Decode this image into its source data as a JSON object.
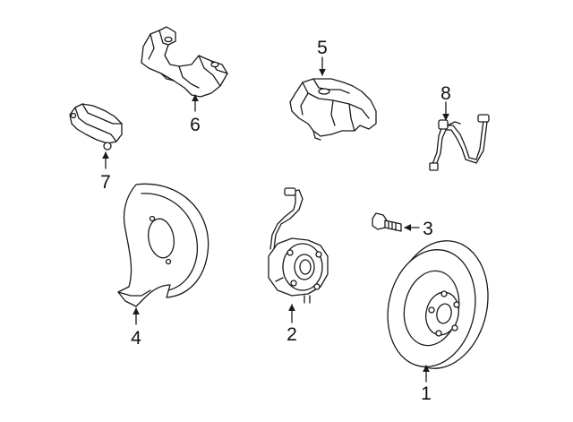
{
  "callouts": {
    "c1": "1",
    "c2": "2",
    "c3": "3",
    "c4": "4",
    "c5": "5",
    "c6": "6",
    "c7": "7",
    "c8": "8"
  },
  "parts": [
    {
      "callout": "1",
      "icon": "brake-rotor-icon"
    },
    {
      "callout": "2",
      "icon": "hub-bearing-icon"
    },
    {
      "callout": "3",
      "icon": "caliper-bolt-icon"
    },
    {
      "callout": "4",
      "icon": "splash-shield-icon"
    },
    {
      "callout": "5",
      "icon": "brake-caliper-icon"
    },
    {
      "callout": "6",
      "icon": "caliper-bracket-icon"
    },
    {
      "callout": "7",
      "icon": "brake-pads-icon"
    },
    {
      "callout": "8",
      "icon": "brake-hose-icon"
    }
  ]
}
